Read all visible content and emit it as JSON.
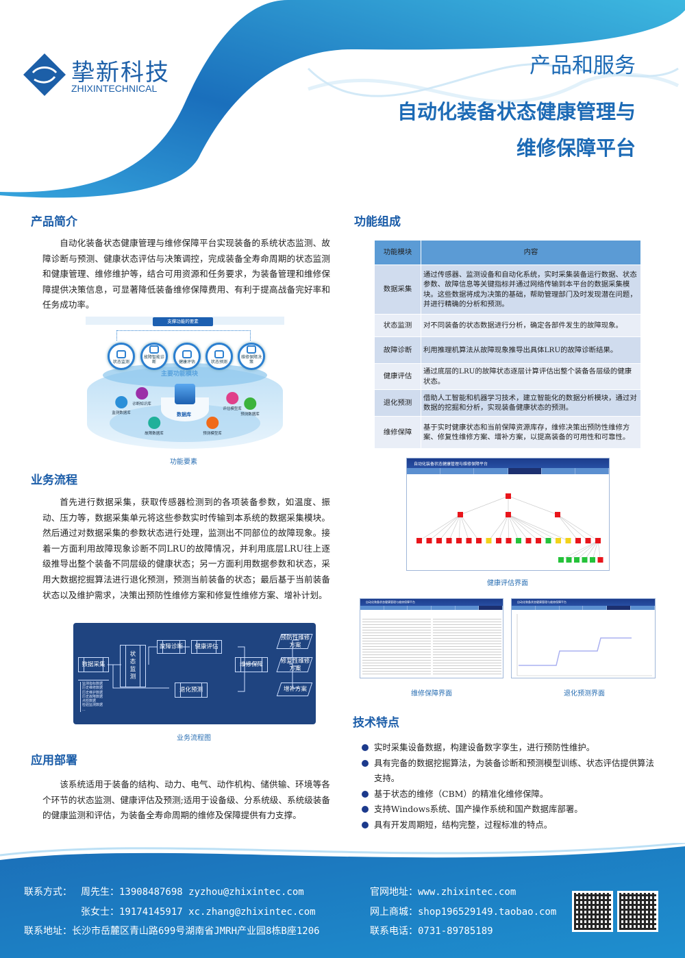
{
  "header": {
    "logo_cn": "挚新科技",
    "logo_en": "ZHIXINTECHNICAL",
    "tagline": "产品和服务",
    "title_line1": "自动化装备状态健康管理与",
    "title_line2": "维修保障平台"
  },
  "intro": {
    "heading": "产品简介",
    "text": "自动化装备状态健康管理与维修保障平台实现装备的系统状态监测、故障诊断与预测、健康状态评估与决策调控，完成装备全寿命周期的状态监测和健康管理、维修维护等，结合可用资源和任务要求，为装备管理和维修保障提供决策信息，可显著降低装备维修保障费用、有利于提高战备完好率和任务成功率。",
    "diagram": {
      "top_label": "支撑功能的要素",
      "modules": [
        "状态监测",
        "故障智能诊断",
        "健康评估",
        "状态预测",
        "维修保障决策"
      ],
      "ring_label": "主要功能模块",
      "center": "数据库",
      "databases": [
        "监测数据库",
        "诊断知识库",
        "故障数据库",
        "预测模型库",
        "评估模型库",
        "预测数据库"
      ],
      "caption": "功能要素"
    }
  },
  "process": {
    "heading": "业务流程",
    "text": "首先进行数据采集，获取传感器检测到的各项装备参数，如温度、振动、压力等，数据采集单元将这些参数实时传输到本系统的数据采集模块。然后通过对数据采集的参数状态进行处理，监测出不同部位的故障现象。接着一方面利用故障现象诊断不同LRU的故障情况，并利用底层LRU往上逐级推导出整个装备不同层级的健康状态；另一方面利用数据参数和状态，采用大数据挖掘算法进行退化预测，预测当前装备的状态；最后基于当前装备状态以及维护需求，决策出预防性维修方案和修复性维修方案、增补计划。",
    "flow": {
      "collect": "数据采集",
      "monitor": "状态监测",
      "diagnose": "故障诊断",
      "assess": "健康评估",
      "predict": "退化预测",
      "maintain": "维修保障",
      "out1": "预防性维修方案",
      "out2": "修复性维修方案",
      "out3": "增补方案",
      "sources": [
        "监测指标数据",
        "历史维修数据",
        "历史维护数据",
        "历史故障数据",
        "点检数据",
        "检验监测数据",
        "..."
      ]
    },
    "caption": "业务流程图"
  },
  "deploy": {
    "heading": "应用部署",
    "text": "该系统适用于装备的结构、动力、电气、动作机构、储供输、环境等各个环节的状态监测、健康评估及预测;适用于设备级、分系统级、系统级装备的健康监测和评估，为装备全寿命周期的维修及保障提供有力支撑。"
  },
  "functions": {
    "heading": "功能组成",
    "columns": [
      "功能模块",
      "内容"
    ],
    "rows": [
      {
        "module": "数据采集",
        "content": "通过传感器、监测设备和自动化系统，实时采集装备运行数据、状态参数、故障信息等关键指标并通过网络传输到本平台的数据采集模块。这些数据将成为决策的基础，帮助管理部门及时发现潜在问题，并进行精确的分析和预测。"
      },
      {
        "module": "状态监测",
        "content": "对不同装备的状态数据进行分析，确定各部件发生的故障现象。"
      },
      {
        "module": "故障诊断",
        "content": "利用推理机算法从故障现象推导出具体LRU的故障诊断结果。"
      },
      {
        "module": "健康评估",
        "content": "通过底层的LRU的故障状态逐层计算评估出整个装备各层级的健康状态。"
      },
      {
        "module": "退化预测",
        "content": "借助人工智能和机器学习技术，建立智能化的数据分析模块，通过对数据的挖掘和分析，实现装备健康状态的预测。"
      },
      {
        "module": "维修保障",
        "content": "基于实时健康状态和当前保障资源库存，维修决策出预防性维修方案、修复性维修方案、增补方案，以提高装备的可用性和可靠性。"
      }
    ],
    "screens": {
      "health": {
        "caption": "健康评估界面",
        "window_title": "自动化装备状态健康管理与维修保障平台",
        "level2": [
          "red",
          "red",
          "red"
        ],
        "level3": [
          "red",
          "red",
          "red",
          "red",
          "red",
          "red",
          "red",
          "yellow",
          "red",
          "red",
          "green",
          "red",
          "red",
          "green",
          "yellow",
          "yellow",
          "red",
          "red",
          "red"
        ],
        "level4": [
          "green",
          "green",
          "green",
          "green",
          "green",
          "red"
        ]
      },
      "maintenance": {
        "caption": "维修保障界面",
        "window_title": "自动化装备状态健康管理与维修保障平台"
      },
      "degradation": {
        "caption": "退化预测界面",
        "window_title": "自动化装备状态健康管理与维修保障平台"
      }
    },
    "colors": {
      "red": "#e8151b",
      "yellow": "#f2d21a",
      "green": "#25c23a"
    }
  },
  "tech": {
    "heading": "技术特点",
    "items": [
      "实时采集设备数据，构建设备数字孪生，进行预防性维护。",
      "具有完备的数据挖掘算法，为装备诊断和预测模型训练、状态评估提供算法支持。",
      "基于状态的维修（CBM）的精准化维修保障。",
      "支持Windows系统、国产操作系统和国产数据库部署。",
      "具有开发周期短，结构完整，过程标准的特点。"
    ]
  },
  "footer": {
    "contact_label": "联系方式：",
    "contact1": "周先生：13908487698 zyzhou@zhixintec.com",
    "contact2": "张女士：19174145917 xc.zhang@zhixintec.com",
    "address": "联系地址：长沙市岳麓区青山路699号湖南省JMRH产业园8栋B座1206",
    "website": "官网地址：www.zhixintec.com",
    "shop": "网上商城：shop196529149.taobao.com",
    "phone": "联系电话：0731-89785189"
  }
}
